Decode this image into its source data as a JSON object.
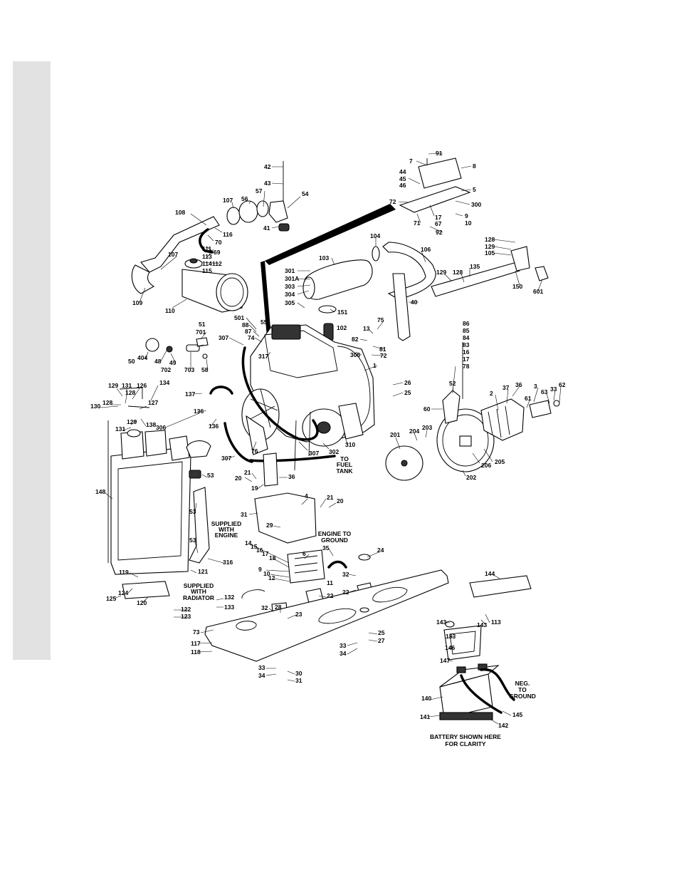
{
  "labels": [
    [
      "42",
      371,
      234
    ],
    [
      "43",
      371,
      257
    ],
    [
      "57",
      359,
      268
    ],
    [
      "54",
      424,
      272
    ],
    [
      "107",
      313,
      281
    ],
    [
      "56",
      339,
      279
    ],
    [
      "108",
      246,
      298
    ],
    [
      "116",
      313,
      329
    ],
    [
      "70",
      302,
      340
    ],
    [
      "69",
      300,
      354
    ],
    [
      "41",
      370,
      320
    ],
    [
      "111",
      284,
      349
    ],
    [
      "113",
      284,
      360
    ],
    [
      "112",
      298,
      370
    ],
    [
      "114",
      284,
      370
    ],
    [
      "115",
      284,
      380
    ],
    [
      "107",
      236,
      357
    ],
    [
      "109",
      186,
      425
    ],
    [
      "110",
      232,
      436
    ],
    [
      "7",
      575,
      226
    ],
    [
      "91",
      612,
      215
    ],
    [
      "8",
      664,
      233
    ],
    [
      "44",
      561,
      241
    ],
    [
      "45",
      561,
      251
    ],
    [
      "46",
      561,
      260
    ],
    [
      "5",
      664,
      266
    ],
    [
      "72",
      547,
      283
    ],
    [
      "300",
      662,
      287
    ],
    [
      "17",
      611,
      305
    ],
    [
      "9",
      653,
      303
    ],
    [
      "67",
      611,
      314
    ],
    [
      "10",
      653,
      313
    ],
    [
      "71",
      581,
      313
    ],
    [
      "92",
      612,
      326
    ],
    [
      "104",
      520,
      331
    ],
    [
      "106",
      591,
      350
    ],
    [
      "128",
      681,
      336
    ],
    [
      "129",
      681,
      346
    ],
    [
      "105",
      681,
      355
    ],
    [
      "135",
      660,
      374
    ],
    [
      "129",
      613,
      382
    ],
    [
      "128",
      636,
      382
    ],
    [
      "150",
      720,
      402
    ],
    [
      "601",
      749,
      409
    ],
    [
      "301",
      400,
      380
    ],
    [
      "301A",
      400,
      391
    ],
    [
      "303",
      400,
      402
    ],
    [
      "304",
      400,
      413
    ],
    [
      "305",
      400,
      425
    ],
    [
      "103",
      448,
      362
    ],
    [
      "151",
      474,
      438
    ],
    [
      "40",
      577,
      424
    ],
    [
      "75",
      530,
      449
    ],
    [
      "13",
      510,
      461
    ],
    [
      "102",
      473,
      460
    ],
    [
      "82",
      494,
      476
    ],
    [
      "81",
      533,
      490
    ],
    [
      "72",
      534,
      499
    ],
    [
      "306",
      492,
      498
    ],
    [
      "501",
      329,
      446
    ],
    [
      "88",
      340,
      456
    ],
    [
      "87",
      344,
      465
    ],
    [
      "74",
      348,
      474
    ],
    [
      "55",
      366,
      452
    ],
    [
      "307",
      307,
      474
    ],
    [
      "317",
      363,
      500
    ],
    [
      "1",
      524,
      513
    ],
    [
      "26",
      568,
      537
    ],
    [
      "25",
      568,
      551
    ],
    [
      "51",
      279,
      455
    ],
    [
      "701",
      275,
      466
    ],
    [
      "50",
      180,
      507
    ],
    [
      "404",
      193,
      502
    ],
    [
      "48",
      217,
      507
    ],
    [
      "49",
      238,
      509
    ],
    [
      "702",
      226,
      519
    ],
    [
      "703",
      259,
      519
    ],
    [
      "58",
      283,
      519
    ],
    [
      "86",
      650,
      454
    ],
    [
      "85",
      650,
      464
    ],
    [
      "84",
      650,
      474
    ],
    [
      "83",
      650,
      484
    ],
    [
      "16",
      650,
      494
    ],
    [
      "17",
      650,
      504
    ],
    [
      "78",
      650,
      514
    ],
    [
      "52",
      631,
      538
    ],
    [
      "2",
      688,
      552
    ],
    [
      "37",
      706,
      544
    ],
    [
      "36",
      724,
      540
    ],
    [
      "3",
      750,
      542
    ],
    [
      "63",
      760,
      550
    ],
    [
      "33",
      773,
      546
    ],
    [
      "62",
      785,
      540
    ],
    [
      "61",
      737,
      559
    ],
    [
      "60",
      595,
      574
    ],
    [
      "129",
      152,
      541
    ],
    [
      "131",
      171,
      541
    ],
    [
      "126",
      192,
      541
    ],
    [
      "134",
      224,
      537
    ],
    [
      "128",
      176,
      551
    ],
    [
      "130",
      127,
      570
    ],
    [
      "128",
      144,
      565
    ],
    [
      "127",
      208,
      565
    ],
    [
      "131",
      162,
      602
    ],
    [
      "129",
      178,
      592
    ],
    [
      "138",
      205,
      596
    ],
    [
      "137",
      260,
      553
    ],
    [
      "136",
      272,
      577
    ],
    [
      "306",
      219,
      600
    ],
    [
      "136",
      293,
      598
    ],
    [
      "76",
      353,
      633
    ],
    [
      "307",
      434,
      636
    ],
    [
      "302",
      462,
      634
    ],
    [
      "310",
      485,
      624
    ],
    [
      "307",
      311,
      643
    ],
    [
      "201",
      548,
      610
    ],
    [
      "204",
      575,
      605
    ],
    [
      "203",
      593,
      600
    ],
    [
      "206",
      676,
      653
    ],
    [
      "205",
      695,
      648
    ],
    [
      "202",
      655,
      670
    ],
    [
      "148",
      134,
      690
    ],
    [
      "53",
      291,
      667
    ],
    [
      "20",
      330,
      671
    ],
    [
      "21",
      343,
      663
    ],
    [
      "36",
      405,
      669
    ],
    [
      "19",
      353,
      685
    ],
    [
      "4",
      428,
      696
    ],
    [
      "21",
      459,
      698
    ],
    [
      "20",
      473,
      703
    ],
    [
      "31",
      338,
      722
    ],
    [
      "29",
      374,
      737
    ],
    [
      "53",
      266,
      718
    ],
    [
      "53",
      266,
      758
    ],
    [
      "316",
      313,
      789
    ],
    [
      "14",
      344,
      762
    ],
    [
      "15",
      352,
      767
    ],
    [
      "16",
      360,
      772
    ],
    [
      "17",
      368,
      777
    ],
    [
      "18",
      378,
      783
    ],
    [
      "35",
      453,
      769
    ],
    [
      "6",
      425,
      777
    ],
    [
      "24",
      530,
      772
    ],
    [
      "9",
      363,
      799
    ],
    [
      "10",
      370,
      805
    ],
    [
      "12",
      377,
      811
    ],
    [
      "11",
      459,
      818
    ],
    [
      "32",
      481,
      806
    ],
    [
      "22",
      459,
      836
    ],
    [
      "22",
      481,
      831
    ],
    [
      "119",
      167,
      803
    ],
    [
      "121",
      278,
      802
    ],
    [
      "124",
      166,
      832
    ],
    [
      "125",
      149,
      840
    ],
    [
      "120",
      192,
      846
    ],
    [
      "132",
      315,
      838
    ],
    [
      "133",
      315,
      852
    ],
    [
      "122",
      254,
      855
    ],
    [
      "123",
      254,
      865
    ],
    [
      "32",
      367,
      853
    ],
    [
      "28",
      386,
      852
    ],
    [
      "23",
      415,
      862
    ],
    [
      "73",
      271,
      887
    ],
    [
      "117",
      268,
      903
    ],
    [
      "118",
      268,
      915
    ],
    [
      "25",
      531,
      888
    ],
    [
      "27",
      531,
      899
    ],
    [
      "33",
      477,
      906
    ],
    [
      "34",
      477,
      917
    ],
    [
      "33",
      363,
      937
    ],
    [
      "34",
      363,
      948
    ],
    [
      "30",
      415,
      945
    ],
    [
      "31",
      415,
      955
    ],
    [
      "144",
      681,
      805
    ],
    [
      "143",
      670,
      877
    ],
    [
      "113",
      690,
      873
    ],
    [
      "143",
      613,
      873
    ],
    [
      "133",
      626,
      893
    ],
    [
      "146",
      625,
      909
    ],
    [
      "147",
      618,
      927
    ],
    [
      "140",
      592,
      980
    ],
    [
      "141",
      590,
      1006
    ],
    [
      "145",
      720,
      1003
    ],
    [
      "142",
      700,
      1018
    ]
  ],
  "notes": [
    [
      "TO",
      484,
      644
    ],
    [
      "FUEL",
      484,
      652
    ],
    [
      "TANK",
      484,
      661
    ],
    [
      "SUPPLIED",
      318,
      735
    ],
    [
      "WITH",
      318,
      743
    ],
    [
      "ENGINE",
      318,
      751
    ],
    [
      "ENGINE TO",
      470,
      749
    ],
    [
      "GROUND",
      470,
      758
    ],
    [
      "SUPPLIED",
      279,
      822
    ],
    [
      "WITH",
      279,
      830
    ],
    [
      "RADIATOR",
      279,
      839
    ],
    [
      "NEG.",
      734,
      959
    ],
    [
      "TO",
      734,
      968
    ],
    [
      "GROUND",
      734,
      977
    ],
    [
      "BATTERY SHOWN HERE",
      654,
      1034
    ],
    [
      "FOR CLARITY",
      654,
      1044
    ]
  ]
}
